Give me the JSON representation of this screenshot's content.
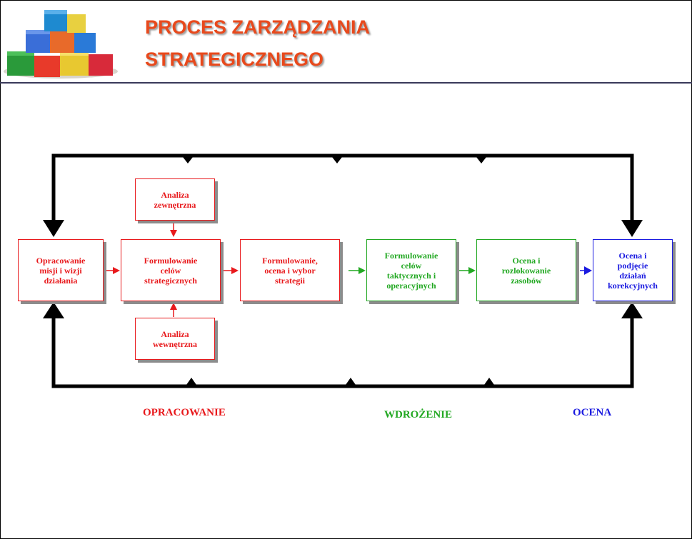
{
  "header": {
    "title_line1": "PROCES ZARZĄDZANIA",
    "title_line2": "STRATEGICZNEGO",
    "logo_icon": "stacked-blocks-icon"
  },
  "colors": {
    "title": "#e8491c",
    "red": "#e8191c",
    "green": "#22a822",
    "blue": "#1a1ae0",
    "loop": "#000000"
  },
  "diagram": {
    "boxes": {
      "mission": "Opracowanie\nmisji i wizji\ndziałania",
      "external": "Analiza\nzewnętrzna",
      "goals": "Formulowanie\ncelów\nstrategicznych",
      "internal": "Analiza\nwewnętrzna",
      "strategy": "Formulowanie,\nocena i wybor\nstrategii",
      "tactical": "Formulowanie\ncelów\ntaktycznych i\noperacyjnych",
      "resources": "Ocena i\nrozlokowanie\nzasobów",
      "correction": "Ocena i\npodjęcie\ndziałań\nkorekcyjnych"
    },
    "phases": {
      "design": "OPRACOWANIE",
      "implementation": "WDROŻENIE",
      "evaluation": "OCENA"
    }
  }
}
